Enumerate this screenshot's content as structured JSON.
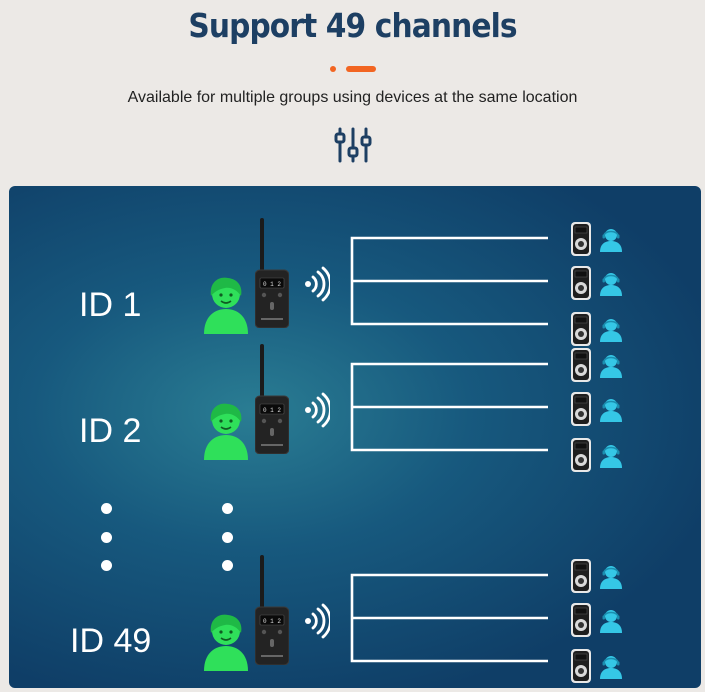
{
  "header": {
    "title": "Support 49 channels",
    "subtitle": "Available for multiple groups using devices at the same location"
  },
  "icons": {
    "header_icon": "sliders-icon",
    "guide": "guide-person-icon",
    "transmitter": "transmitter-device-icon",
    "signal": "wireless-signal-icon",
    "receiver": "receiver-device-icon",
    "listener": "listener-person-icon"
  },
  "groups": [
    {
      "label": "ID 1"
    },
    {
      "label": "ID 2"
    },
    {
      "label": "ID 49"
    }
  ],
  "colors": {
    "title": "#1d3f63",
    "accent": "#f26522",
    "guide": "#2fe05a",
    "listener": "#35c7e6",
    "panel": "#17597e"
  }
}
